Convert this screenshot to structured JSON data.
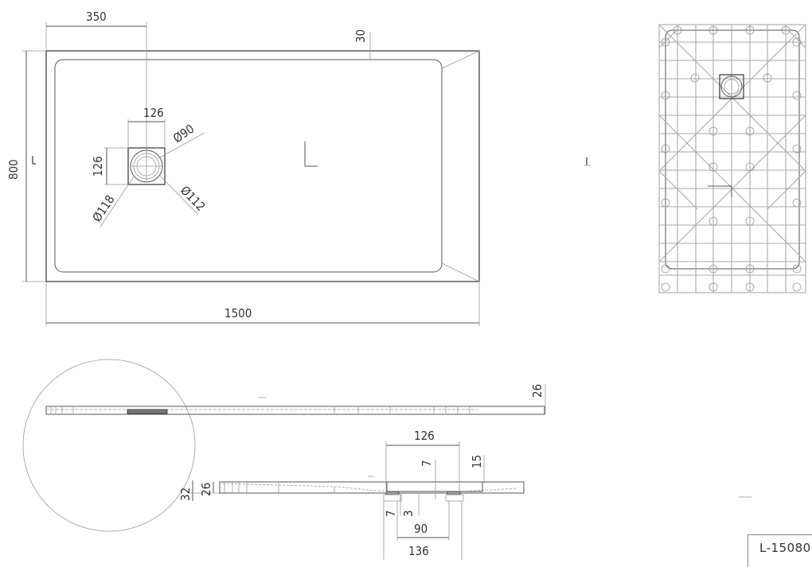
{
  "drawing": {
    "code": "L-15080",
    "top_view": {
      "width_label": "1500",
      "height_label": "800",
      "drain_offset_label": "350",
      "rim_label": "30",
      "drain": {
        "width_label": "126",
        "height_label": "126",
        "diam_90": "Ø90",
        "diam_112": "Ø112",
        "diam_118": "Ø118"
      }
    },
    "side_view": {
      "height_label": "26"
    },
    "section_view": {
      "total_height_label": "32",
      "body_height_label": "26",
      "drain_width_label": "126",
      "drain_depth_label": "7",
      "rim_height_label": "15",
      "grate_thickness_label": "7",
      "gap_label": "3",
      "outlet_label": "90",
      "outer_label": "136"
    },
    "bottom_view": {}
  }
}
